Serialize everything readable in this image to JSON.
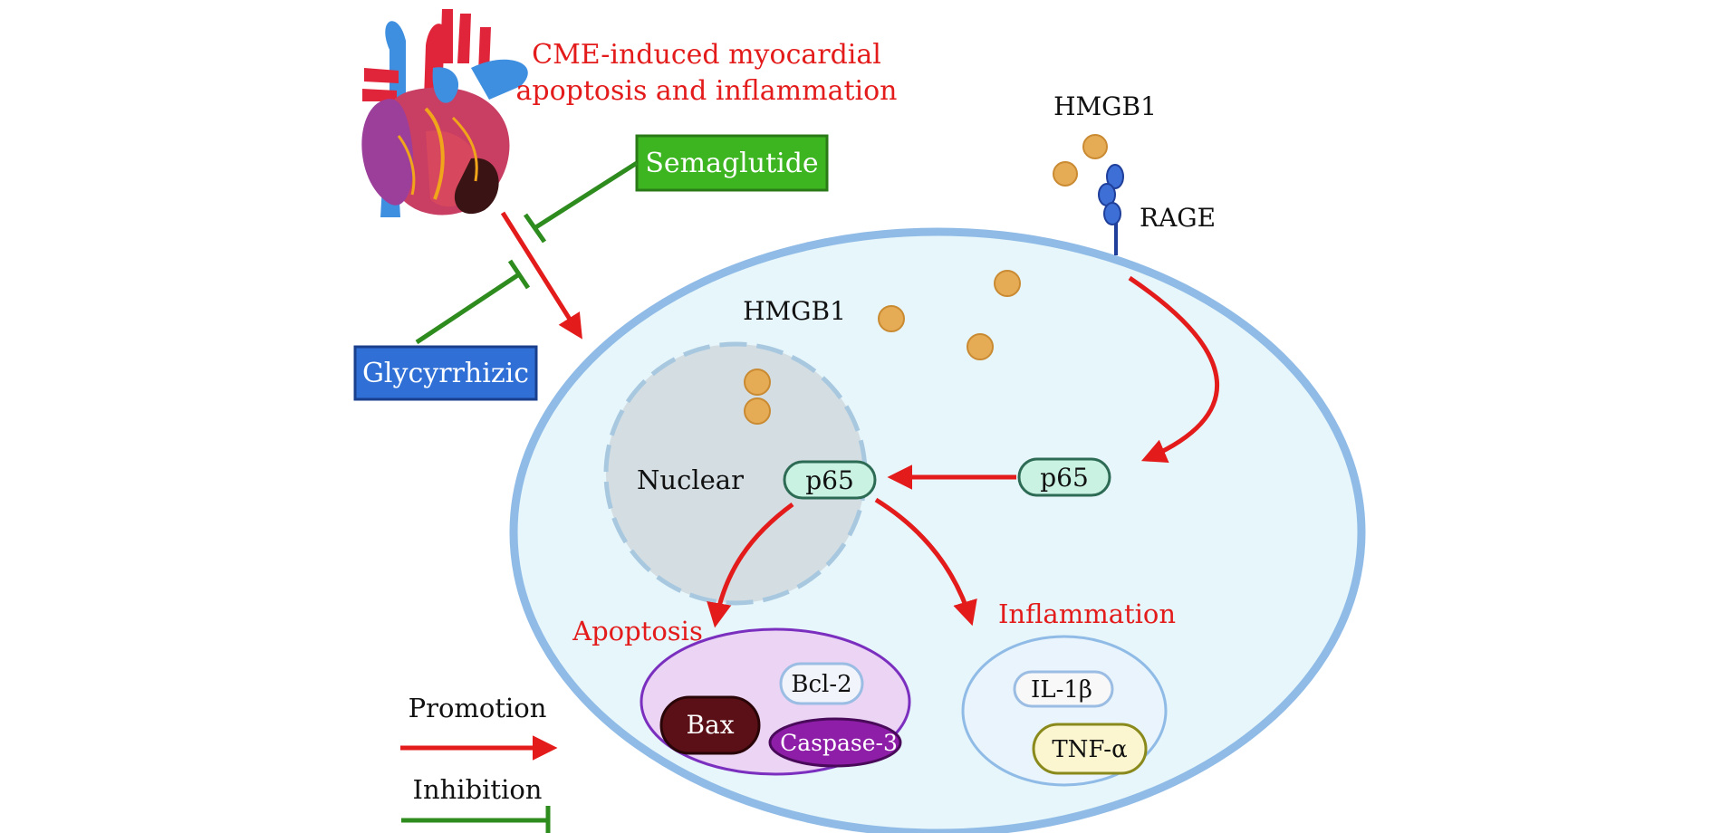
{
  "title": {
    "line1": "CME-induced myocardial",
    "line2": "apoptosis and inflammation"
  },
  "drugs": {
    "semaglutide": "Semaglutide",
    "glycyrrhizic": "Glycyrrhizic"
  },
  "labels": {
    "hmgb1_outside": "HMGB1",
    "rage": "RAGE",
    "hmgb1_inside": "HMGB1",
    "nuclear": "Nuclear",
    "p65_nuclear": "p65",
    "p65_cytoplasm": "p65",
    "apoptosis": "Apoptosis",
    "inflammation": "Inflammation"
  },
  "apoptosis_markers": {
    "bcl2": "Bcl-2",
    "bax": "Bax",
    "caspase3": "Caspase-3"
  },
  "inflammation_markers": {
    "il1b": "IL-1β",
    "tnfa": "TNF-α"
  },
  "legend": {
    "promotion": "Promotion",
    "inhibition": "Inhibition"
  },
  "colors": {
    "promotion": "#e31b1b",
    "inhibition": "#2e8b1e",
    "title": "#e31b1b",
    "semaglutide_box": "#3cb521",
    "glycyrrhizic_box": "#2f6fd6",
    "cell_fill": "#e6f6fb",
    "cell_border": "#8fbbe6",
    "nucleus_fill": "#d3dde2",
    "hmgb1_particle": "#e6ac55",
    "p65_fill": "#c9f2e2",
    "p65_border": "#2d6b55",
    "apoptosis_fill": "#ecd4f5",
    "apoptosis_border": "#7b2fbf",
    "bax_fill": "#5a1016",
    "caspase_fill": "#8e1ea8",
    "tnf_fill": "#fbf6cf",
    "tnf_border": "#8a8a1c"
  },
  "icons": {
    "heart": "heart-illustration-icon",
    "receptor": "rage-receptor-icon"
  }
}
